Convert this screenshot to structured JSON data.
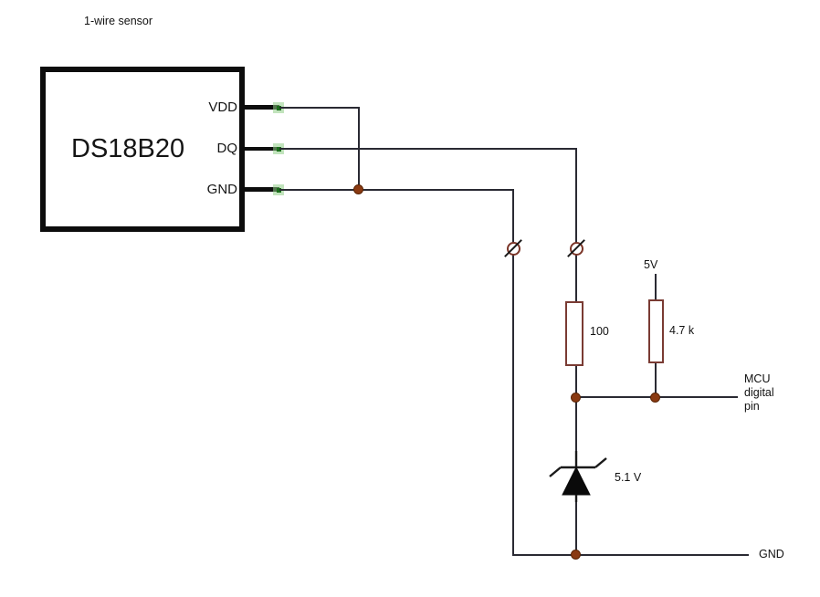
{
  "diagram": {
    "title": "1-wire sensor",
    "sensor": {
      "name": "DS18B20",
      "pins": [
        {
          "label": "VDD"
        },
        {
          "label": "DQ"
        },
        {
          "label": "GND"
        }
      ]
    },
    "components": {
      "series_resistor": {
        "value": "100"
      },
      "pullup_resistor": {
        "value": "4.7 k"
      },
      "zener_diode": {
        "value": "5.1 V"
      },
      "supply": {
        "label": "5V"
      },
      "mcu_pin": {
        "label": "MCU\ndigital\npin"
      },
      "ground": {
        "label": "GND"
      }
    },
    "colors": {
      "wire": "#2a2a33",
      "junction_dot": "#8a3a12",
      "component_outline": "#7a3b33",
      "connection_handle": "#1b6e1b",
      "text": "#111111"
    }
  }
}
